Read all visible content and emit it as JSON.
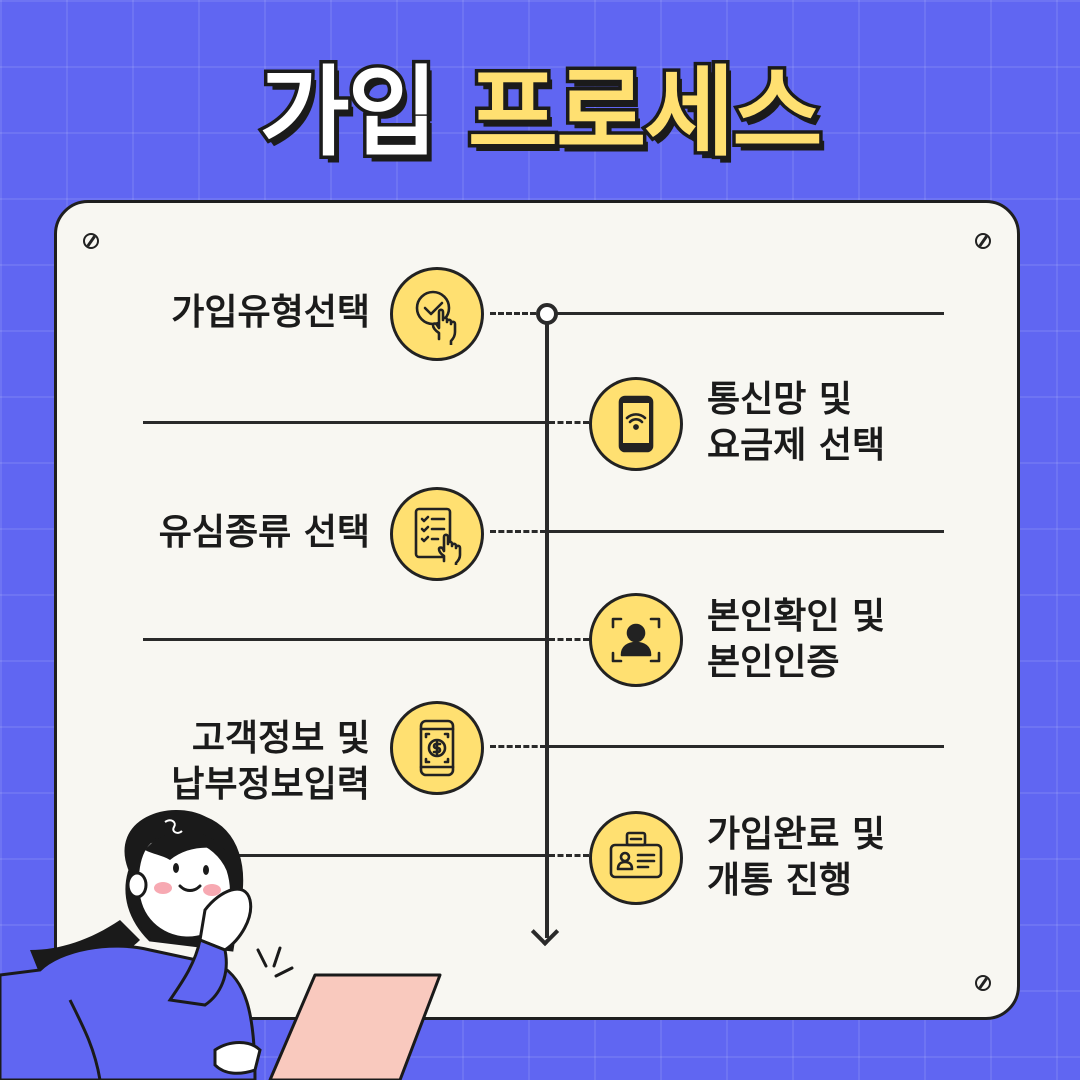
{
  "title": {
    "part1": "가입",
    "part2": "프로세스"
  },
  "colors": {
    "background": "#6066F2",
    "accent": "#FFE071",
    "board": "#F8F7F2",
    "ink": "#1b1b1b",
    "laptop": "#F9C9BE"
  },
  "steps": [
    {
      "side": "left",
      "icon": "check-touch-icon",
      "lines": [
        "가입유형선택"
      ]
    },
    {
      "side": "right",
      "icon": "smartphone-wifi-icon",
      "lines": [
        "통신망 및",
        "요금제 선택"
      ]
    },
    {
      "side": "left",
      "icon": "checklist-touch-icon",
      "lines": [
        "유심종류 선택"
      ]
    },
    {
      "side": "right",
      "icon": "face-scan-icon",
      "lines": [
        "본인확인 및",
        "본인인증"
      ]
    },
    {
      "side": "left",
      "icon": "mobile-payment-icon",
      "lines": [
        "고객정보 및",
        "납부정보입력"
      ]
    },
    {
      "side": "right",
      "icon": "id-badge-icon",
      "lines": [
        "가입완료 및",
        "개통 진행"
      ]
    }
  ]
}
